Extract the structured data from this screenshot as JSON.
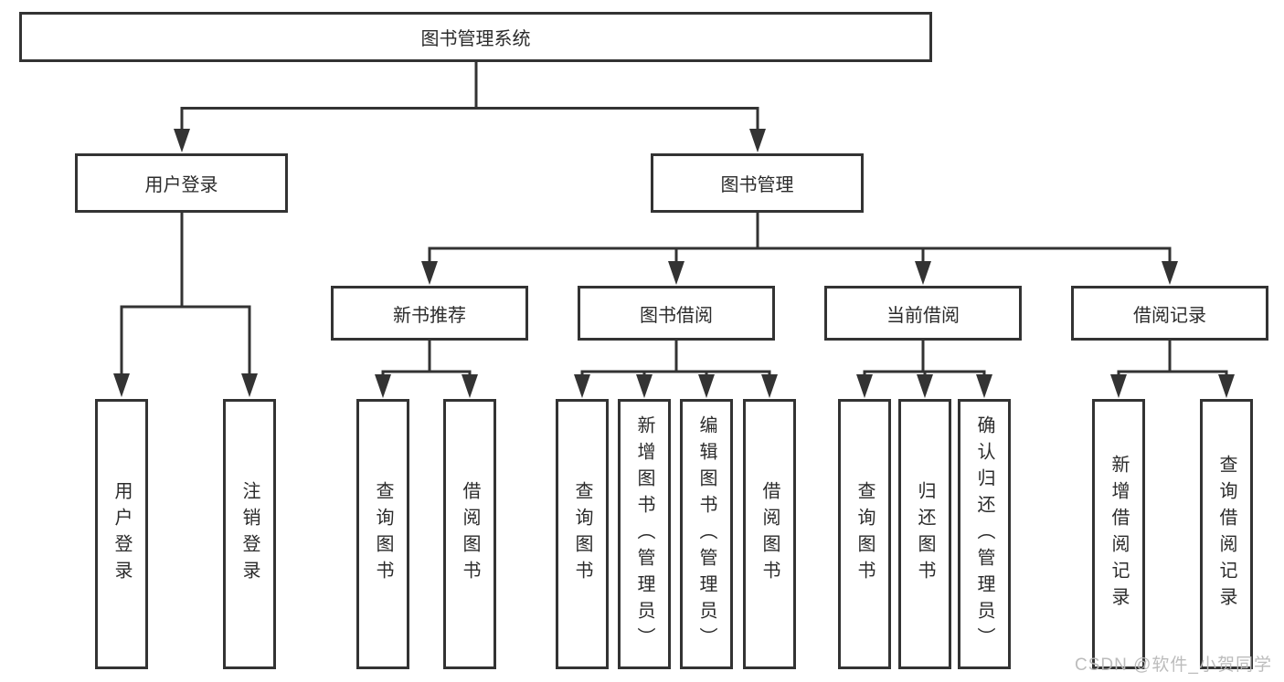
{
  "diagram_title": "图书管理系统",
  "tree": {
    "label": "图书管理系统",
    "children": [
      {
        "label": "用户登录",
        "children": [
          {
            "label": "用户登录"
          },
          {
            "label": "注销登录"
          }
        ]
      },
      {
        "label": "图书管理",
        "children": [
          {
            "label": "新书推荐",
            "children": [
              {
                "label": "查询图书"
              },
              {
                "label": "借阅图书"
              }
            ]
          },
          {
            "label": "图书借阅",
            "children": [
              {
                "label": "查询图书"
              },
              {
                "label": "新增图书（管理员）"
              },
              {
                "label": "编辑图书（管理员）"
              },
              {
                "label": "借阅图书"
              }
            ]
          },
          {
            "label": "当前借阅",
            "children": [
              {
                "label": "查询图书"
              },
              {
                "label": "归还图书"
              },
              {
                "label": "确认归还（管理员）"
              }
            ]
          },
          {
            "label": "借阅记录",
            "children": [
              {
                "label": "新增借阅记录"
              },
              {
                "label": "查询借阅记录"
              }
            ]
          }
        ]
      }
    ]
  },
  "watermark": {
    "text": "CSDN @软件_小贺同学"
  },
  "colors": {
    "line": "#333333",
    "box_border": "#333333",
    "box_fill": "#ffffff",
    "text": "#2b2b2b",
    "watermark": "#b9b9b9",
    "background": "#ffffff"
  }
}
